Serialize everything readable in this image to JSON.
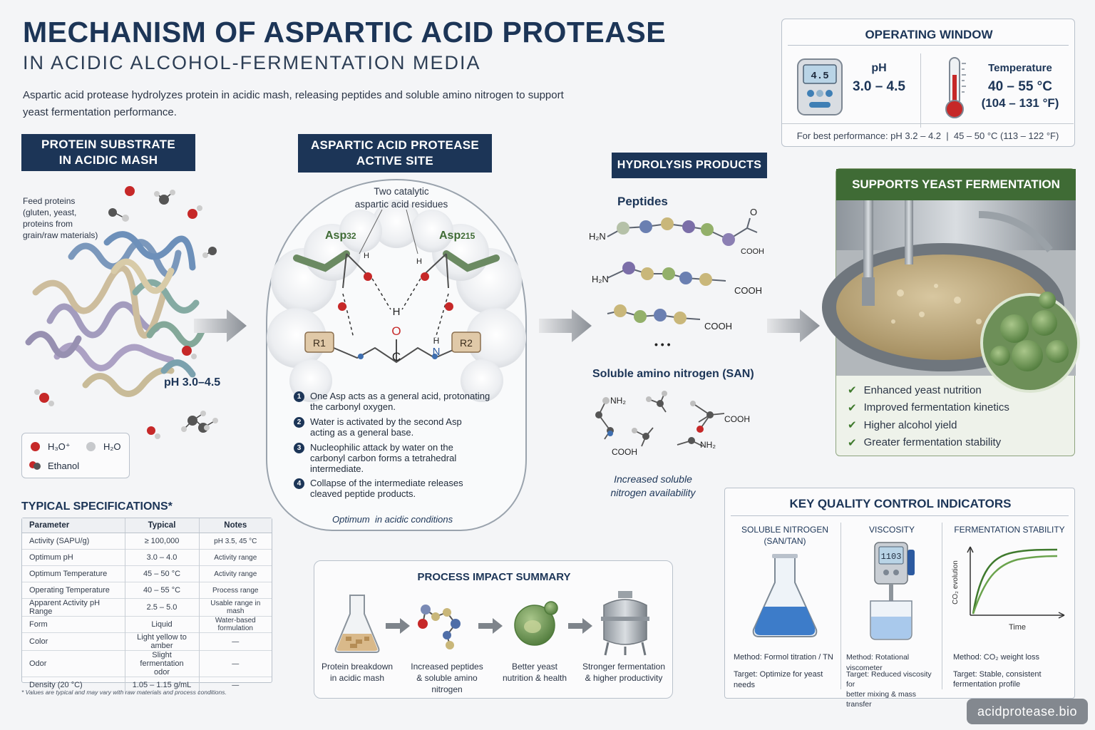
{
  "header": {
    "title": "MECHANISM OF ASPARTIC ACID PROTEASE",
    "subtitle": "IN ACIDIC ALCOHOL-FERMENTATION MEDIA",
    "intro": "Aspartic acid protease hydrolyzes protein in acidic mash, releasing peptides and soluble amino nitrogen to support yeast fermentation performance."
  },
  "operating_window": {
    "title": "OPERATING WINDOW",
    "ph_label": "pH",
    "ph_value": "3.0 – 4.5",
    "temp_label": "Temperature",
    "temp_value": "40 – 55 °C",
    "temp_value_f": "(104 – 131 °F)",
    "meter_display": "4.5",
    "best": "For best performance: pH 3.2 – 4.2  |  45 – 50 °C (113 – 122 °F)"
  },
  "substrate": {
    "title_line1": "PROTEIN SUBSTRATE",
    "title_line2": "IN ACIDIC MASH",
    "note_lines": [
      "Feed proteins",
      "(gluten, yeast,",
      "proteins from",
      "grain/raw materials)"
    ],
    "ph": "pH 3.0–4.5",
    "legend": {
      "h3o": "H₃O⁺",
      "h2o": "H₂O",
      "ethanol": "Ethanol"
    }
  },
  "active_site": {
    "title_line1": "ASPARTIC ACID PROTEASE",
    "title_line2": "ACTIVE SITE",
    "callout_line1": "Two catalytic",
    "callout_line2": "aspartic acid residues",
    "asp1": "Asp",
    "asp1_sub": "32",
    "asp2": "Asp",
    "asp2_sub": "215",
    "r1": "R1",
    "r2": "R2",
    "atom_o": "O",
    "atom_c": "C",
    "atom_n": "N",
    "atom_h": "H",
    "steps": [
      {
        "num": "1",
        "text": "One Asp acts as a general acid, protonating the carbonyl oxygen."
      },
      {
        "num": "2",
        "text": "Water is activated by the second Asp acting as a general base."
      },
      {
        "num": "3",
        "text": "Nucleophilic attack by water on the carbonyl carbon forms a tetrahedral intermediate."
      },
      {
        "num": "4",
        "text": "Collapse of the intermediate releases cleaved peptide products."
      }
    ],
    "optimum": "Optimum  in acidic conditions"
  },
  "products": {
    "title": "HYDROLYSIS PRODUCTS",
    "peptides": "Peptides",
    "h2n": "H₂N",
    "cooh": "COOH",
    "ellipsis": "• • •",
    "san": "Soluble amino nitrogen (SAN)",
    "nh2": "NH₂",
    "increased_line1": "Increased soluble",
    "increased_line2": "nitrogen availability"
  },
  "yeast": {
    "title": "SUPPORTS YEAST FERMENTATION",
    "benefits": [
      "Enhanced yeast nutrition",
      "Improved fermentation kinetics",
      "Higher alcohol yield",
      "Greater fermentation stability"
    ]
  },
  "specs": {
    "title": "TYPICAL SPECIFICATIONS*",
    "columns": [
      "Parameter",
      "Typical",
      "Notes"
    ],
    "rows": [
      [
        "Activity (SAPU/g)",
        "≥ 100,000",
        "pH 3.5, 45 °C"
      ],
      [
        "Optimum pH",
        "3.0 – 4.0",
        "Activity range"
      ],
      [
        "Optimum Temperature",
        "45 – 50 °C",
        "Activity range"
      ],
      [
        "Operating Temperature",
        "40 – 55 °C",
        "Process range"
      ],
      [
        "Apparent Activity pH Range",
        "2.5 – 5.0",
        "Usable range in mash"
      ],
      [
        "Form",
        "Liquid",
        "Water-based formulation"
      ],
      [
        "Color",
        "Light yellow to amber",
        "—"
      ],
      [
        "Odor",
        "Slight fermentation odor",
        "—"
      ],
      [
        "Density (20 °C)",
        "1.05 – 1.15 g/mL",
        "—"
      ]
    ],
    "footnote": "* Values are typical and may vary with raw materials and process conditions."
  },
  "process": {
    "title": "PROCESS IMPACT SUMMARY",
    "items": [
      {
        "line1": "Protein breakdown",
        "line2": "in acidic mash",
        "line3": ""
      },
      {
        "line1": "Increased peptides",
        "line2": "& soluble amino",
        "line3": "nitrogen"
      },
      {
        "line1": "Better yeast",
        "line2": "nutrition & health",
        "line3": ""
      },
      {
        "line1": "Stronger fermentation",
        "line2": "& higher productivity",
        "line3": ""
      }
    ]
  },
  "qc": {
    "title": "KEY QUALITY CONTROL INDICATORS",
    "col1_head_line1": "SOLUBLE NITROGEN",
    "col1_head_line2": "(SAN/TAN)",
    "col1_method": "Method: Formol titration / TN",
    "col1_target": "Target: Optimize for yeast needs",
    "col2_head": "VISCOSITY",
    "col2_display": "1103",
    "col2_method": "Method: Rotational viscometer",
    "col2_target_line1": "Target: Reduced viscosity for",
    "col2_target_line2": "better mixing & mass transfer",
    "col3_head": "FERMENTATION STABILITY",
    "col3_ylabel": "CO₂ evolution",
    "col3_xlabel": "Time",
    "col3_method": "Method: CO₂ weight loss",
    "col3_target_line1": "Target: Stable, consistent",
    "col3_target_line2": "fermentation profile"
  },
  "watermark": "acidprotease.bio",
  "colors": {
    "navy": "#1c3557",
    "green": "#3f6b35",
    "accent_blue": "#2c5aa0"
  }
}
